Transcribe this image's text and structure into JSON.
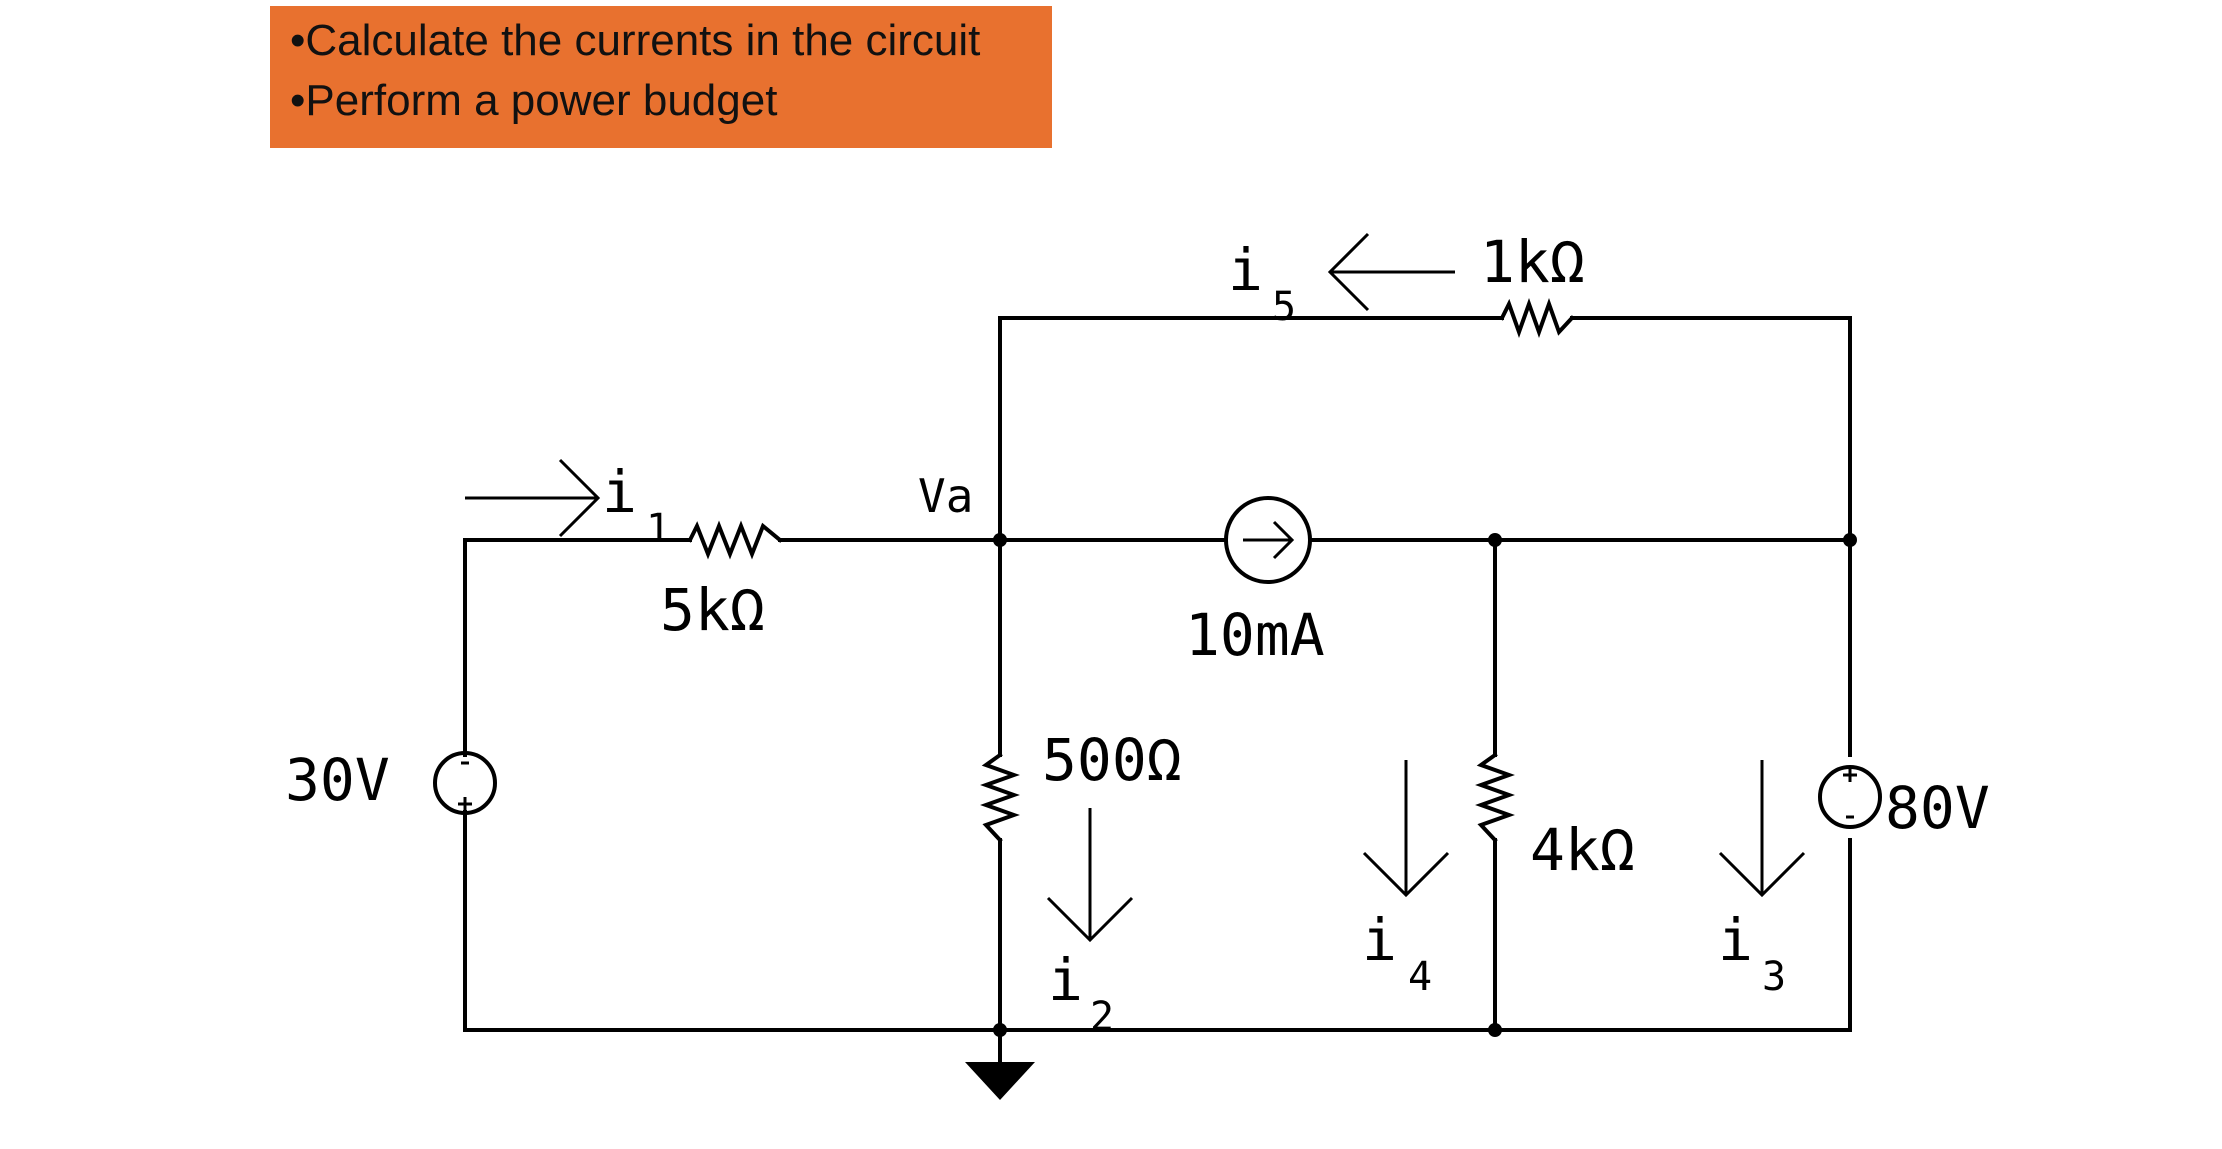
{
  "tasks": [
    "•Calculate the currents in the circuit",
    "•Perform a power budget"
  ],
  "colors": {
    "task_box": "#E8712F",
    "wire": "#000000"
  },
  "circuit": {
    "node_label": "Va",
    "sources": {
      "v1": "30V",
      "v2": "80V",
      "i1": "10mA"
    },
    "resistors": {
      "r1": "5kΩ",
      "r2": "500Ω",
      "r3": "4kΩ",
      "r4": "1kΩ"
    },
    "currents": {
      "i1": {
        "main": "i",
        "sub": "1"
      },
      "i2": {
        "main": "i",
        "sub": "2"
      },
      "i3": {
        "main": "i",
        "sub": "3"
      },
      "i4": {
        "main": "i",
        "sub": "4"
      },
      "i5": {
        "main": "i",
        "sub": "5"
      }
    }
  }
}
